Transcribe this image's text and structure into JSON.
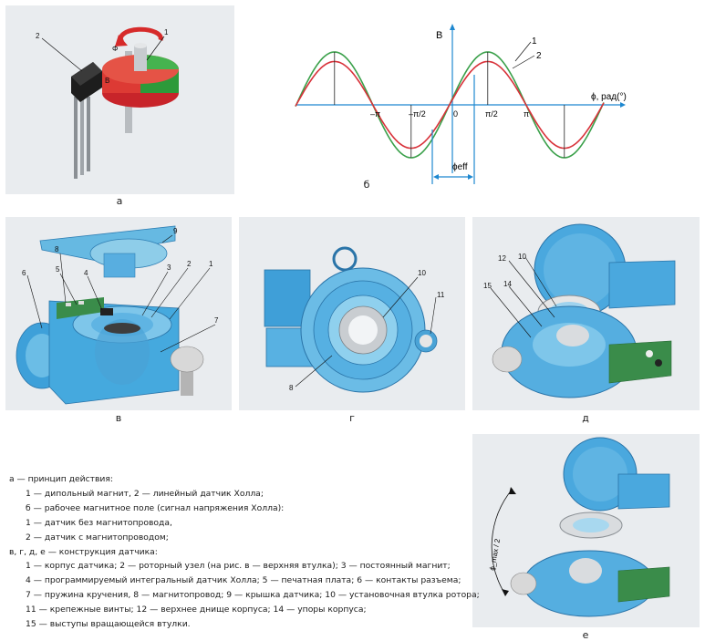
{
  "captions": {
    "a": "а",
    "b": "б",
    "v": "в",
    "g": "г",
    "d": "д",
    "e": "е"
  },
  "chart_data": {
    "type": "line",
    "xlabel": "ϕ, рад(°)",
    "ylabel": "B",
    "tick_labels": [
      "–π",
      "–π/2",
      "0",
      "π/2",
      "π"
    ],
    "series": [
      {
        "name": "1",
        "color": "#3aa04a",
        "amplitude": 1.0
      },
      {
        "name": "2",
        "color": "#d8323a",
        "amplitude": 0.82
      }
    ],
    "annotation": "ϕeff"
  },
  "labels": {
    "a": [
      "1",
      "2",
      "B",
      "Φ"
    ],
    "v": [
      "1",
      "2",
      "3",
      "4",
      "5",
      "6",
      "7",
      "8",
      "9"
    ],
    "g": [
      "8",
      "10",
      "11"
    ],
    "d": [
      "10",
      "12",
      "14",
      "15"
    ],
    "e": "ϕ_max / 2"
  },
  "legend": [
    {
      "indent": false,
      "text": "а — принцип действия:"
    },
    {
      "indent": true,
      "text": "1 — дипольный магнит, 2 — линейный датчик Холла;"
    },
    {
      "indent": true,
      "text": "б — рабочее магнитное поле (сигнал напряжения Холла):"
    },
    {
      "indent": true,
      "text": "1 — датчик без магнитопровода,"
    },
    {
      "indent": true,
      "text": "2 — датчик с магнитопроводом;"
    },
    {
      "indent": false,
      "text": "в, г, д, е — конструкция датчика:"
    },
    {
      "indent": true,
      "text": "1 — корпус датчика; 2 — роторный узел (на рис. в — верхняя втулка); 3 — постоянный магнит;"
    },
    {
      "indent": true,
      "text": "4 — программируемый интегральный датчик Холла; 5 — печатная плата; 6 — контакты разъема;"
    },
    {
      "indent": true,
      "text": "7 — пружина кручения, 8 — магнитопровод; 9 — крышка датчика; 10 — установочная втулка ротора;"
    },
    {
      "indent": true,
      "text": "11 — крепежные винты; 12 — верхнее днище корпуса; 14 — упоры корпуса;"
    },
    {
      "indent": true,
      "text": "15 — выступы вращающейся втулки."
    }
  ]
}
